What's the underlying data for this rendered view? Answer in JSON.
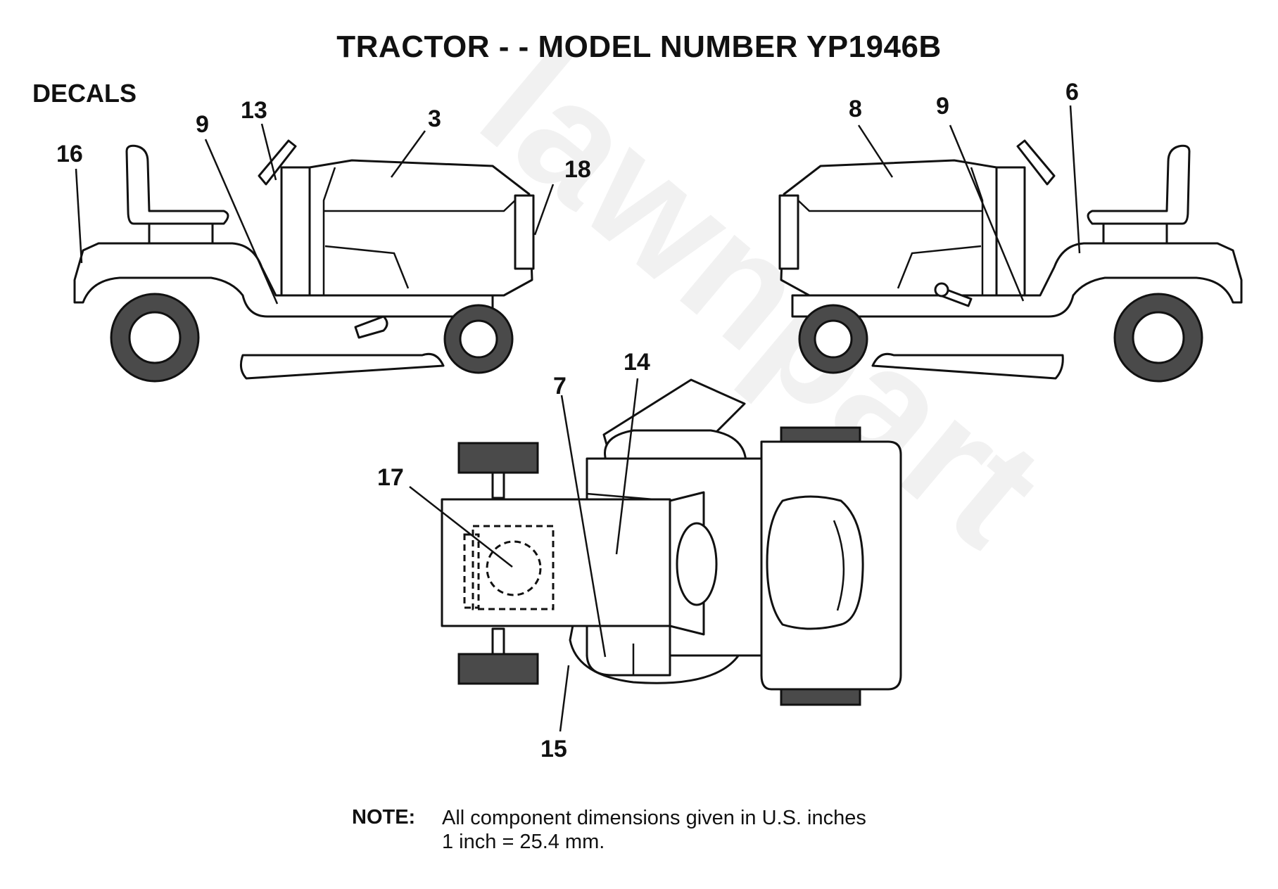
{
  "title": "TRACTOR - - MODEL NUMBER YP1946B",
  "section_label": "DECALS",
  "callouts": {
    "c16": "16",
    "c9_left": "9",
    "c13": "13",
    "c3": "3",
    "c18": "18",
    "c8": "8",
    "c9_right": "9",
    "c6": "6",
    "c14": "14",
    "c7": "7",
    "c17": "17",
    "c15": "15"
  },
  "note": {
    "label": "NOTE:",
    "line1": "All component dimensions given in U.S. inches",
    "line2": "1 inch = 25.4 mm."
  }
}
